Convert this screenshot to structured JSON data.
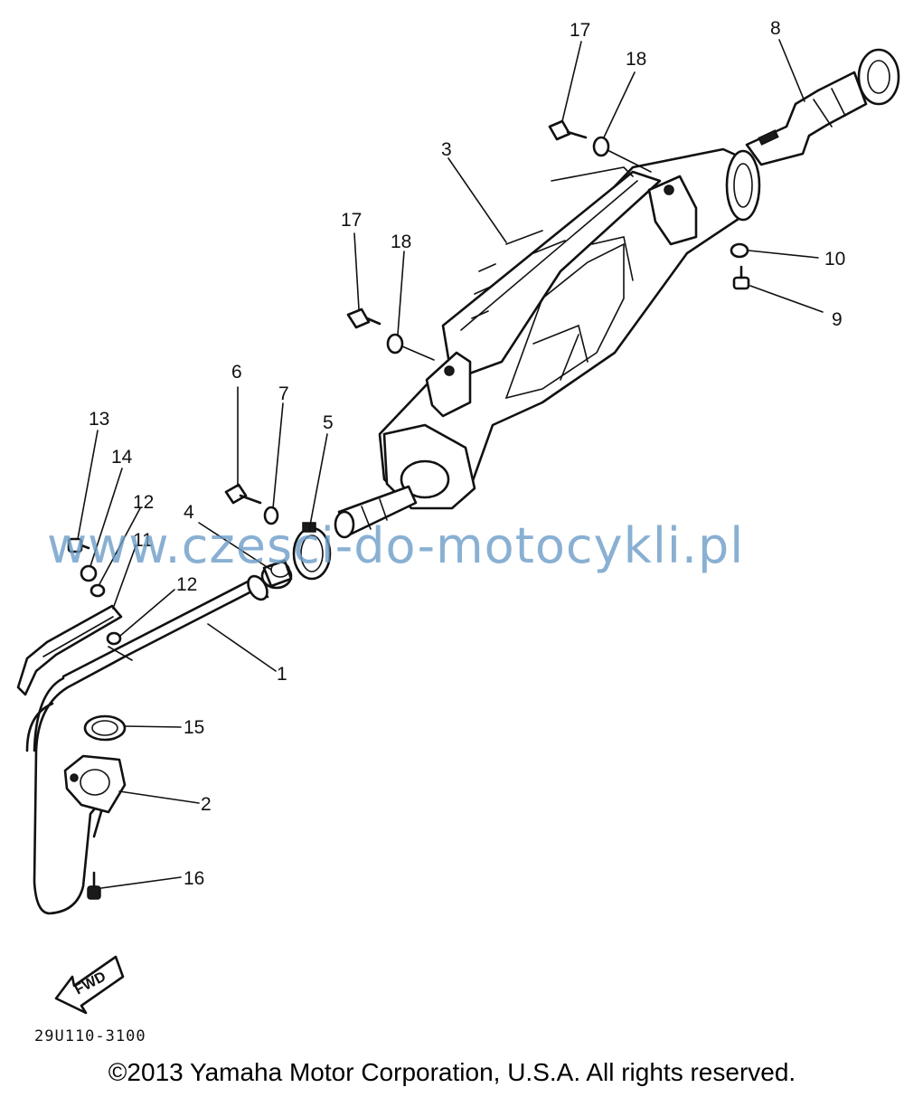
{
  "callouts": {
    "c1": "1",
    "c2": "2",
    "c3": "3",
    "c4": "4",
    "c5": "5",
    "c6": "6",
    "c7": "7",
    "c8": "8",
    "c9": "9",
    "c10": "10",
    "c11": "11",
    "c12a": "12",
    "c12b": "12",
    "c13": "13",
    "c14": "14",
    "c15": "15",
    "c16": "16",
    "c17a": "17",
    "c17b": "17",
    "c18a": "18",
    "c18b": "18"
  },
  "fwd_label": "FWD",
  "watermark": "www.czesci-do-motocykli.pl",
  "catalog_code": "29U110-3100",
  "copyright": "©2013 Yamaha Motor Corporation, U.S.A. All rights reserved.",
  "colors": {
    "line": "#111111",
    "watermark": "#6b9cc8",
    "background": "#ffffff"
  }
}
